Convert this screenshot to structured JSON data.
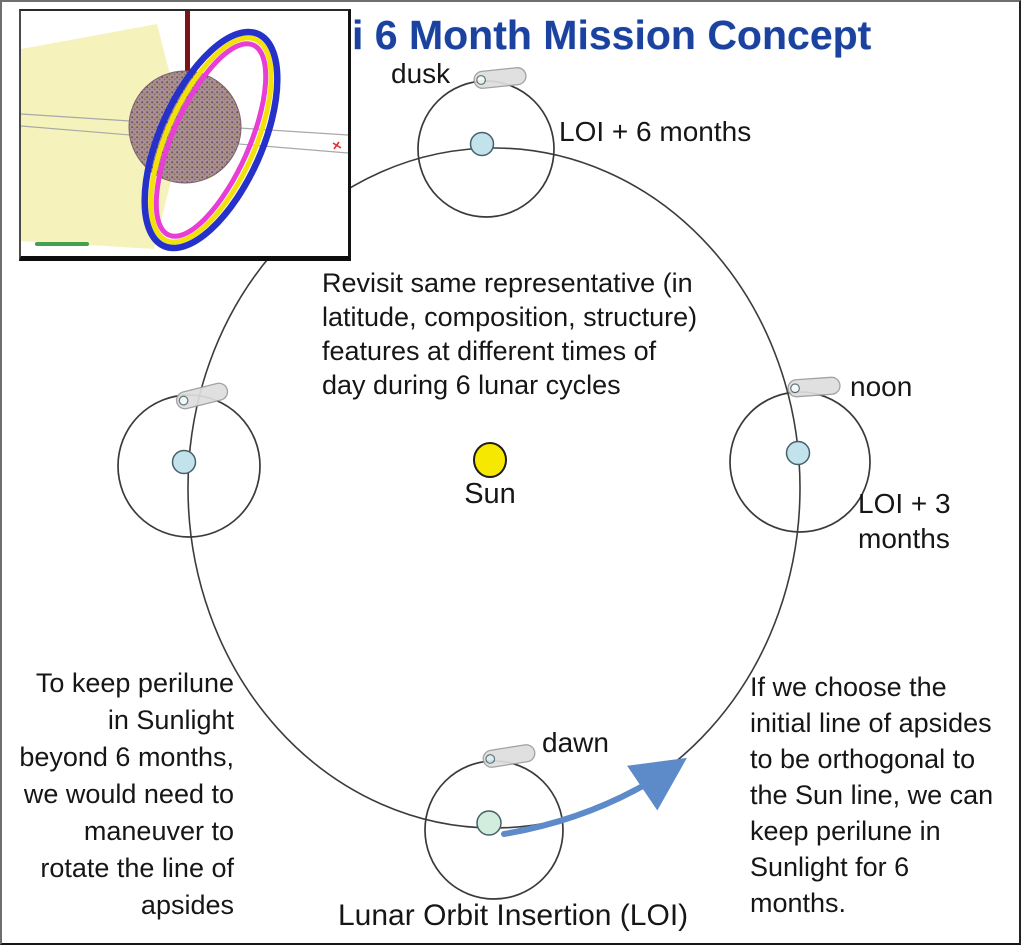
{
  "title": {
    "text": "i 6 Month Mission Concept"
  },
  "labels": {
    "dusk": "dusk",
    "noon": "noon",
    "dawn": "dawn",
    "loi_6": "LOI + 6 months",
    "loi_3": [
      "LOI + 3",
      "months"
    ],
    "loi_insertion": "Lunar Orbit Insertion (LOI)",
    "sun": "Sun"
  },
  "notes": {
    "center": [
      "Revisit same representative (in",
      "latitude, composition, structure)",
      "features at different times of",
      "day during 6 lunar cycles"
    ],
    "left": [
      "To keep perilune",
      "in Sunlight",
      "beyond 6 months,",
      "we would need to",
      "maneuver to",
      "rotate the line of",
      "apsides"
    ],
    "right": [
      "If we choose the",
      "initial line of apsides",
      "to be orthogonal to",
      "the Sun line, we can",
      "keep perilune in",
      "Sunlight for 6",
      "months."
    ]
  },
  "colors": {
    "title_blue": "#1b429f",
    "sun_yellow": "#f6e800",
    "moon_dot_fill": "#c3e3ec",
    "arrow_blue": "#5d8ac9",
    "capsule_gray": "#dedede",
    "ring_blue": "#2531c8",
    "ring_yellow": "#f3e10a",
    "ring_magenta": "#e83ed6",
    "inset_beam_yellow": "#f5f3bb"
  }
}
